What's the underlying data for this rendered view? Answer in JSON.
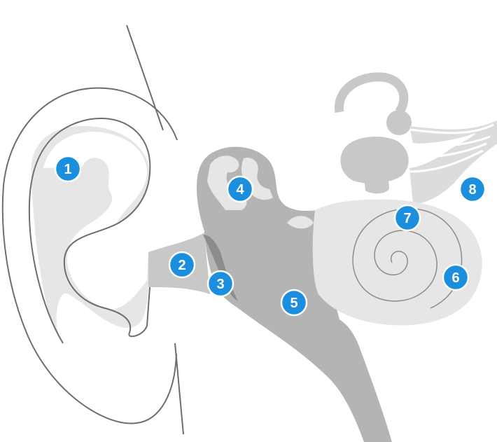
{
  "colors": {
    "background": "#ffffff",
    "outline": "#6e6e6e",
    "light_fill": "#e6e6e6",
    "mid_fill": "#c8c8c8",
    "dark_fill": "#b4b4b4",
    "darker_fill": "#8c8c8c",
    "marker": "#1b8ede",
    "marker_text": "#ffffff"
  },
  "markers": [
    {
      "label": "1"
    },
    {
      "label": "2"
    },
    {
      "label": "3"
    },
    {
      "label": "4"
    },
    {
      "label": "5"
    },
    {
      "label": "6"
    },
    {
      "label": "7"
    },
    {
      "label": "8"
    }
  ]
}
